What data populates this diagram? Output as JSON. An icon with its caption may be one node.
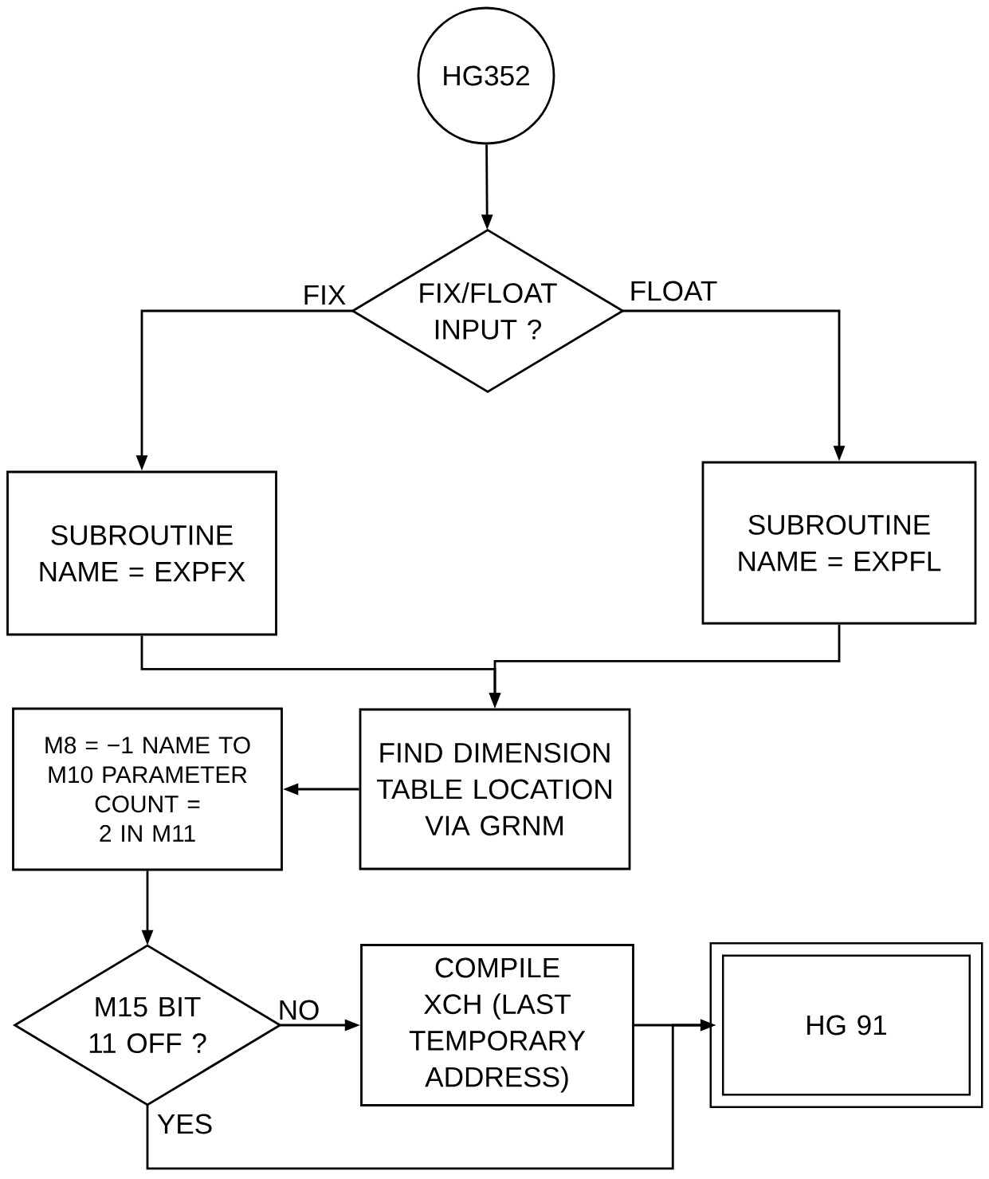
{
  "diagram": {
    "nodes": [
      {
        "text": [
          "HG352"
        ]
      },
      {
        "text": [
          "FIX/FLOAT INPUT ?"
        ]
      },
      {
        "text": [
          "SUBROUTINE NAME = EXPFX"
        ]
      },
      {
        "text": [
          "SUBROUTINE NAME = EXPFL"
        ]
      },
      {
        "text": [
          "FIND DIMENSION TABLE LOCATION VIA GRNM"
        ]
      },
      {
        "text": [
          "M8 = −1 NAME TO M10 PARAMETER COUNT = 2 IN M11"
        ]
      },
      {
        "text": [
          "M15 BIT 11 OFF ?"
        ]
      },
      {
        "text": [
          "COMPILE XCH (LAST TEMPORARY ADDRESS)"
        ]
      },
      {
        "text": [
          "HG 91"
        ]
      }
    ],
    "edges": [
      {
        "from": 0,
        "to": 1,
        "arrow": "to"
      },
      {
        "from": 1,
        "to": 2,
        "arrow": "to",
        "label": "FIX"
      },
      {
        "from": 1,
        "to": 3,
        "arrow": "to",
        "label": "FLOAT"
      },
      {
        "from": 2,
        "to": 4,
        "arrow": "to"
      },
      {
        "from": 3,
        "to": 4,
        "arrow": "to"
      },
      {
        "from": 4,
        "to": 5,
        "arrow": "to"
      },
      {
        "from": 5,
        "to": 6,
        "arrow": "to"
      },
      {
        "from": 6,
        "to": 7,
        "arrow": "to",
        "label": "NO"
      },
      {
        "from": 6,
        "to": 8,
        "arrow": "to",
        "label": "YES"
      },
      {
        "from": 7,
        "to": 8,
        "arrow": "to"
      }
    ]
  }
}
